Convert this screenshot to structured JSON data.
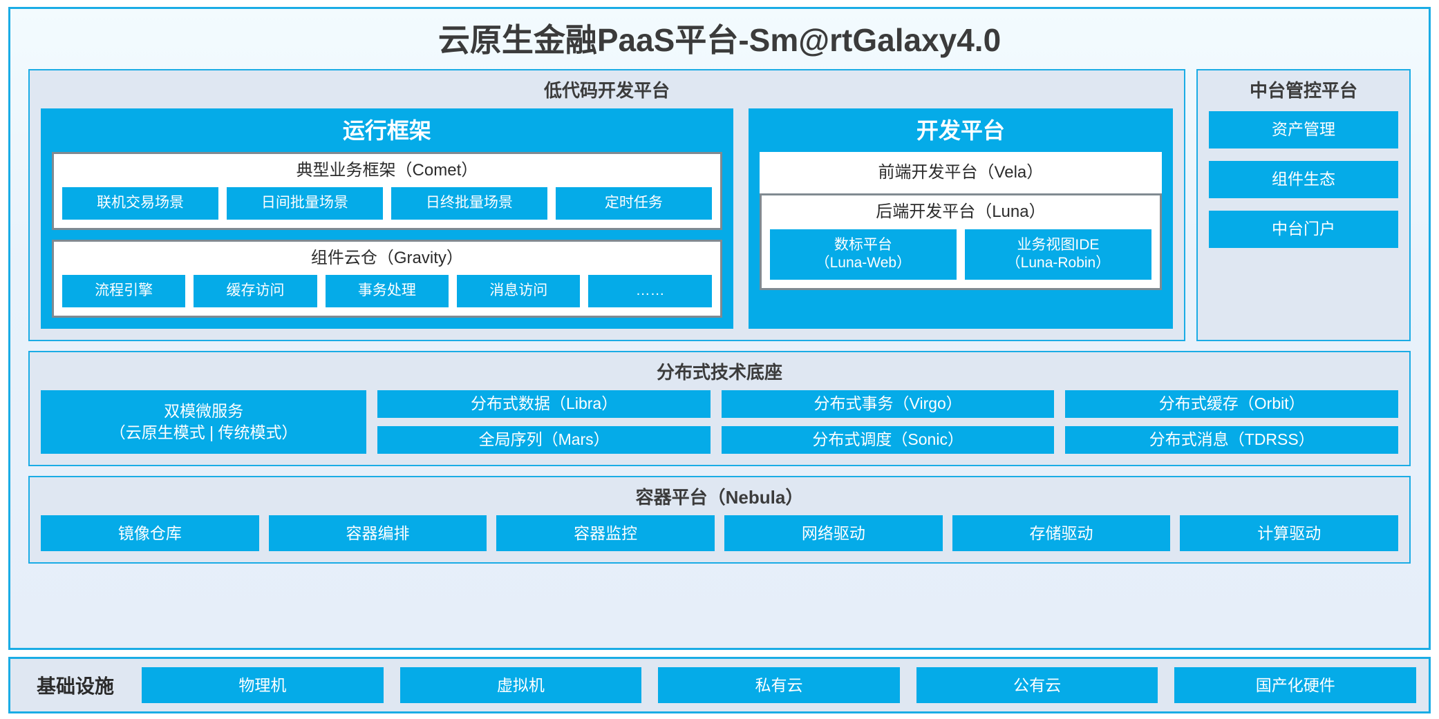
{
  "platform": {
    "title": "云原生金融PaaS平台-Sm@rtGalaxy4.0"
  },
  "colors": {
    "accent_blue": "#05abe8",
    "frame_blue": "#1aace5",
    "panel_bg": "#dfe7f2",
    "box_border_grey": "#808a91",
    "text_dark": "#3b3b3b"
  },
  "lowcode": {
    "title": "低代码开发平台",
    "runtime": {
      "title": "运行框架",
      "comet": {
        "title": "典型业务框架（Comet）",
        "items": [
          "联机交易场景",
          "日间批量场景",
          "日终批量场景",
          "定时任务"
        ]
      },
      "gravity": {
        "title": "组件云仓（Gravity）",
        "items": [
          "流程引擎",
          "缓存访问",
          "事务处理",
          "消息访问",
          "……"
        ]
      }
    },
    "devplatform": {
      "title": "开发平台",
      "vela": "前端开发平台（Vela）",
      "luna": {
        "title": "后端开发平台（Luna）",
        "items": [
          "数标平台\n（Luna-Web）",
          "业务视图IDE\n（Luna-Robin）"
        ]
      }
    }
  },
  "management": {
    "title": "中台管控平台",
    "items": [
      "资产管理",
      "组件生态",
      "中台门户"
    ]
  },
  "tech_base": {
    "title": "分布式技术底座",
    "hero": "双模微服务\n（云原生模式 | 传统模式）",
    "columns": [
      {
        "top": "分布式数据（Libra）",
        "bottom": "全局序列（Mars）"
      },
      {
        "top": "分布式事务（Virgo）",
        "bottom": "分布式调度（Sonic）"
      },
      {
        "top": "分布式缓存（Orbit）",
        "bottom": "分布式消息（TDRSS）"
      }
    ]
  },
  "container_platform": {
    "title": "容器平台（Nebula）",
    "items": [
      "镜像仓库",
      "容器编排",
      "容器监控",
      "网络驱动",
      "存储驱动",
      "计算驱动"
    ]
  },
  "infrastructure": {
    "label": "基础设施",
    "items": [
      "物理机",
      "虚拟机",
      "私有云",
      "公有云",
      "国产化硬件"
    ]
  }
}
